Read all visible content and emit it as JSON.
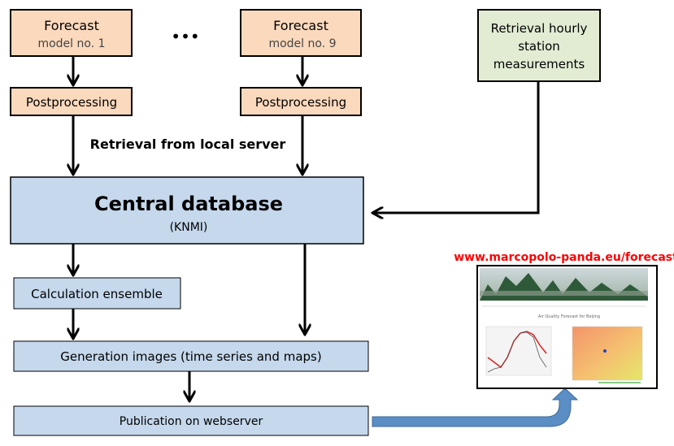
{
  "colors": {
    "model_box": "#fbd9bd",
    "station_box": "#e2ecd3",
    "process_box": "#c5d8ec",
    "url_text": "#ff0000",
    "publish_arrow": "#5b8ec4"
  },
  "models": [
    {
      "title": "Forecast",
      "subtitle": "model no. 1"
    },
    {
      "title": "Forecast",
      "subtitle": "model no. 9"
    }
  ],
  "ellipsis": "•••",
  "postprocessing": "Postprocessing",
  "station": {
    "lines": [
      "Retrieval hourly",
      "station",
      "measurements"
    ]
  },
  "retrieval_label": "Retrieval from local server",
  "central_db": {
    "title": "Central database",
    "subtitle": "(KNMI)"
  },
  "calc_ensemble": "Calculation ensemble",
  "generation": "Generation images (time series and maps)",
  "publication": "Publication on webserver",
  "website": {
    "url": "www.marcopolo-panda.eu/forecast",
    "page_title": "Air Quality Forecast for Beijing"
  }
}
